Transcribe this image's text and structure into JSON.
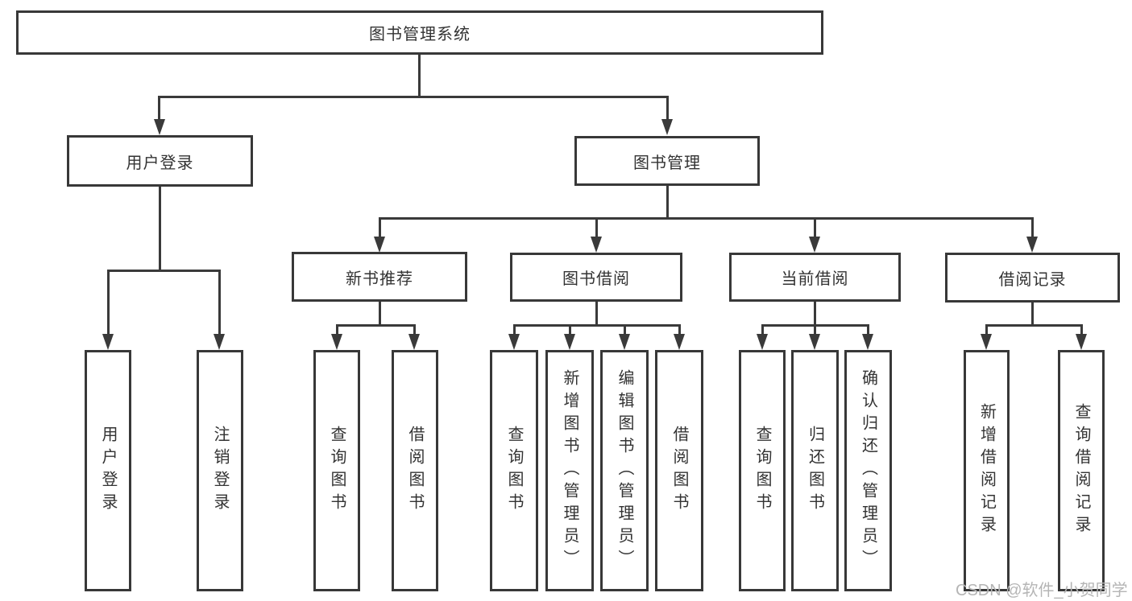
{
  "diagram_type": "hierarchy-tree",
  "colors": {
    "line": "#3a3a3a",
    "box_border": "#383838",
    "text": "#333333",
    "watermark": "#b5b5b5",
    "background": "#ffffff"
  },
  "tree": {
    "root": "图书管理系统",
    "branches": [
      {
        "label": "用户登录",
        "leaves": [
          "用户登录",
          "注销登录"
        ]
      },
      {
        "label": "图书管理",
        "groups": [
          {
            "label": "新书推荐",
            "leaves": [
              "查询图书",
              "借阅图书"
            ]
          },
          {
            "label": "图书借阅",
            "leaves": [
              "查询图书",
              "新增图书（管理员）",
              "编辑图书（管理员）",
              "借阅图书"
            ]
          },
          {
            "label": "当前借阅",
            "leaves": [
              "查询图书",
              "归还图书",
              "确认归还（管理员）"
            ]
          },
          {
            "label": "借阅记录",
            "leaves": [
              "新增借阅记录",
              "查询借阅记录"
            ]
          }
        ]
      }
    ]
  },
  "watermark": {
    "text": "CSDN @软件_小贺同学"
  }
}
